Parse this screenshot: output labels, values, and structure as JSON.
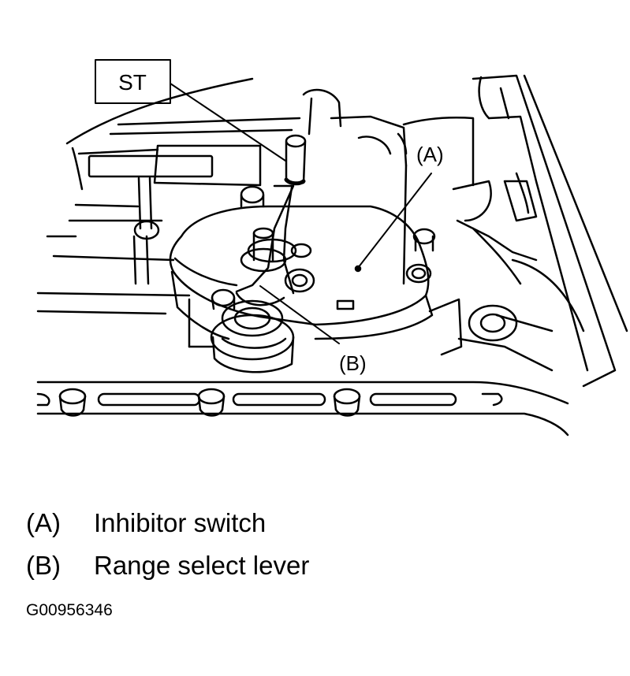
{
  "callouts": {
    "tool": "ST",
    "a": "(A)",
    "b": "(B)"
  },
  "legend": [
    {
      "key": "(A)",
      "description": "Inhibitor switch"
    },
    {
      "key": "(B)",
      "description": "Range select lever"
    }
  ],
  "figure_id": "G00956346",
  "colors": {
    "line": "#000000",
    "background": "#ffffff"
  }
}
